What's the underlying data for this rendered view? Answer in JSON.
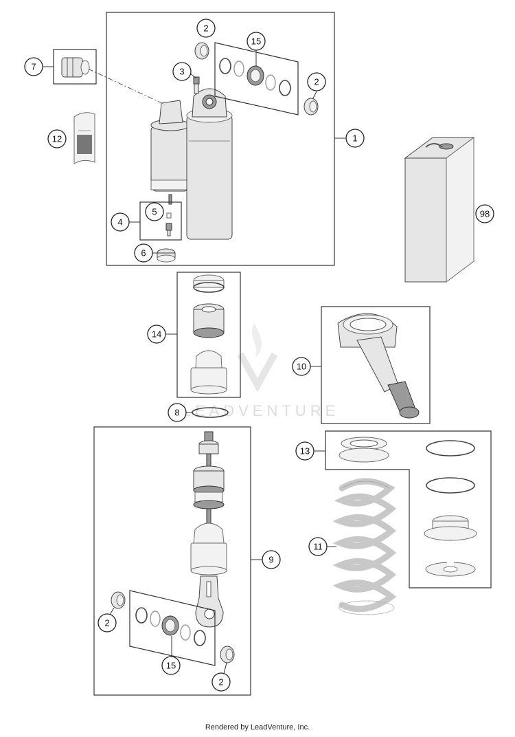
{
  "callouts": [
    {
      "id": "c1",
      "label": "1"
    },
    {
      "id": "c2a",
      "label": "2"
    },
    {
      "id": "c2b",
      "label": "2"
    },
    {
      "id": "c2c",
      "label": "2"
    },
    {
      "id": "c2d",
      "label": "2"
    },
    {
      "id": "c3",
      "label": "3"
    },
    {
      "id": "c4",
      "label": "4"
    },
    {
      "id": "c5",
      "label": "5"
    },
    {
      "id": "c6",
      "label": "6"
    },
    {
      "id": "c7",
      "label": "7"
    },
    {
      "id": "c8",
      "label": "8"
    },
    {
      "id": "c9",
      "label": "9"
    },
    {
      "id": "c10",
      "label": "10"
    },
    {
      "id": "c11",
      "label": "11"
    },
    {
      "id": "c12",
      "label": "12"
    },
    {
      "id": "c13",
      "label": "13"
    },
    {
      "id": "c14",
      "label": "14"
    },
    {
      "id": "c15a",
      "label": "15"
    },
    {
      "id": "c15b",
      "label": "15"
    },
    {
      "id": "c98",
      "label": "98"
    }
  ],
  "watermark": "LEADVENTURE",
  "footer": "Rendered by LeadVenture, Inc."
}
